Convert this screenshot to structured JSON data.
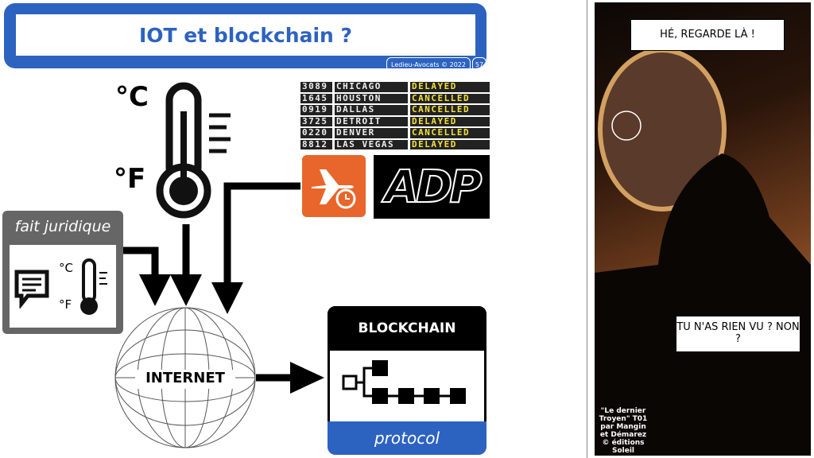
{
  "title": "IOT et blockchain ?",
  "footer": {
    "author": "Ledieu-Avocats © 2022",
    "page": "57"
  },
  "thermo": {
    "celsius": "°C",
    "fahrenheit": "°F"
  },
  "board": [
    {
      "num": "3089",
      "city": "CHICAGO",
      "status": "DELAYED"
    },
    {
      "num": "1645",
      "city": "HOUSTON",
      "status": "CANCELLED"
    },
    {
      "num": "0919",
      "city": "DALLAS",
      "status": "CANCELLED"
    },
    {
      "num": "3725",
      "city": "DETROIT",
      "status": "DELAYED"
    },
    {
      "num": "0220",
      "city": "DENVER",
      "status": "CANCELLED"
    },
    {
      "num": "8812",
      "city": "LAS VEGAS",
      "status": "DELAYED"
    }
  ],
  "adp_logo": "ADP",
  "fait": {
    "label": "fait juridique",
    "c": "°C",
    "f": "°F"
  },
  "internet": "INTERNET",
  "blockchain": {
    "title": "BLOCKCHAIN",
    "protocol": "protocol"
  },
  "comic": {
    "bubble1": "HÉ, REGARDE LÀ !",
    "bubble2": "TU N'AS RIEN VU ? NON ?",
    "credit": "\"Le dernier Troyen\" T01 par Mangin et Démarez © éditions Soleil"
  },
  "colors": {
    "blue": "#2d63c0",
    "orange": "#e8662b"
  }
}
